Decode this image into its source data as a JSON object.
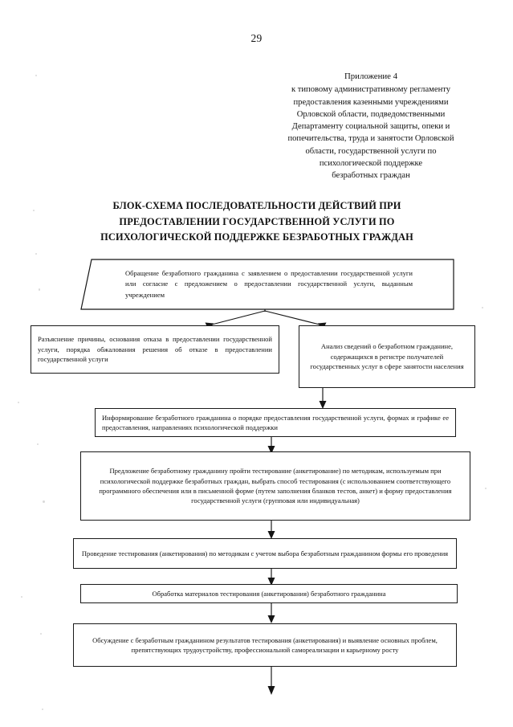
{
  "page": {
    "number": "29"
  },
  "appendix": {
    "title": "Приложение 4",
    "lines": [
      "к типовому административному регламенту",
      "предоставления казенными учреждениями",
      "Орловской области, подведомственными",
      "Департаменту социальной защиты, опеки и",
      "попечительства, труда и занятости Орловской",
      "области,  государственной услуги по",
      "психологической поддержке",
      "безработных граждан"
    ]
  },
  "heading": {
    "lines": [
      "БЛОК-СХЕМА ПОСЛЕДОВАТЕЛЬНОСТИ ДЕЙСТВИЙ ПРИ",
      "ПРЕДОСТАВЛЕНИИ ГОСУДАРСТВЕННОЙ УСЛУГИ ПО",
      "ПСИХОЛОГИЧЕСКОЙ ПОДДЕРЖКЕ БЕЗРАБОТНЫХ ГРАЖДАН"
    ]
  },
  "flowchart": {
    "type": "flowchart",
    "nodes": [
      {
        "id": "application",
        "shape": "trapezoid",
        "text": "Обращение безработного гражданина с заявлением о предоставлении государственной услуги или согласие с предложением о предоставлении государственной услуги, выданным учреждением"
      },
      {
        "id": "refusal-explanation",
        "shape": "rectangle",
        "text": "Разъяснение причины, основания отказа в предоставлении государственной услуги, порядка обжалования решения об отказе в предоставлении государственной услуги"
      },
      {
        "id": "data-analysis",
        "shape": "rectangle",
        "text": "Анализ сведений о безработном гражданине, содержащихся в регистре получателей государственных услуг в сфере занятости населения"
      },
      {
        "id": "informing",
        "shape": "rectangle",
        "text": "Информирование безработного гражданина о порядке предоставления государственной услуги, формах и графике ее предоставления, направлениях психологической поддержки"
      },
      {
        "id": "testing-proposal",
        "shape": "rectangle",
        "text": "Предложение безработному гражданину пройти тестирование (анкетирование) по методикам, используемым при психологической поддержке безработных граждан, выбрать способ тестирования (с использованием соответствующего программного обеспечения или в письменной форме (путем заполнения бланков тестов, анкет) и форму предоставления государственной услуги (групповая или индивидуальная)"
      },
      {
        "id": "testing-conduct",
        "shape": "rectangle",
        "text": "Проведение тестирования (анкетирования) по методикам с учетом выбора безработным гражданином формы его проведения"
      },
      {
        "id": "materials-processing",
        "shape": "rectangle",
        "text": "Обработка материалов тестирования (анкетирования) безработного гражданина"
      },
      {
        "id": "results-discussion",
        "shape": "rectangle",
        "text": "Обсуждение с безработным гражданином результатов тестирования (анкетирования) и выявление основных проблем, препятствующих трудоустройству, профессиональной самореализации и карьерному росту"
      }
    ],
    "edges": [
      {
        "from": "application",
        "to": "refusal-explanation",
        "style": "branch-arrow"
      },
      {
        "from": "application",
        "to": "data-analysis",
        "style": "branch-arrow"
      },
      {
        "from": "data-analysis",
        "to": "informing",
        "style": "arrow"
      },
      {
        "from": "informing",
        "to": "testing-proposal",
        "style": "arrow"
      },
      {
        "from": "testing-proposal",
        "to": "testing-conduct",
        "style": "arrow"
      },
      {
        "from": "testing-conduct",
        "to": "materials-processing",
        "style": "arrow"
      },
      {
        "from": "materials-processing",
        "to": "results-discussion",
        "style": "arrow"
      },
      {
        "from": "results-discussion",
        "to": "continues-below",
        "style": "arrow"
      }
    ],
    "colors": {
      "stroke": "#151515",
      "fill": "#ffffff"
    }
  }
}
